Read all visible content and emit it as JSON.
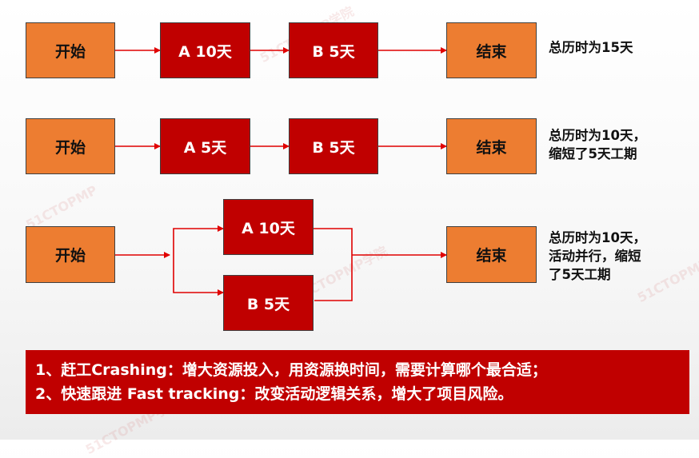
{
  "row1": {
    "start": "开始",
    "a": "A 10天",
    "b": "B  5天",
    "end": "结束",
    "note": [
      "总历时为15天"
    ]
  },
  "row2": {
    "start": "开始",
    "a": "A 5天",
    "b": "B  5天",
    "end": "结束",
    "note": [
      "总历时为10天，",
      "缩短了5天工期"
    ]
  },
  "row3": {
    "start": "开始",
    "a": "A 10天",
    "b": "B  5天",
    "end": "结束",
    "note": [
      "总历时为10天，",
      "活动并行，缩短",
      "了5天工期"
    ]
  },
  "banner": {
    "line1": "1、赶工Crashing：增大资源投入，用资源换时间，需要计算哪个最合适；",
    "line2": "2、快速跟进 Fast tracking：改变活动逻辑关系，增大了项目风险。"
  },
  "watermarks": [
    "51CTOPMP学院",
    "51CTOPMP学院",
    "51CTOPMP",
    "51CTOPMP学院",
    "51CTOPMP学院"
  ],
  "colors": {
    "start_end_fill": "#ed7d31",
    "activity_fill": "#c00000",
    "arrow": "#e00000",
    "banner_fill": "#c00000"
  }
}
